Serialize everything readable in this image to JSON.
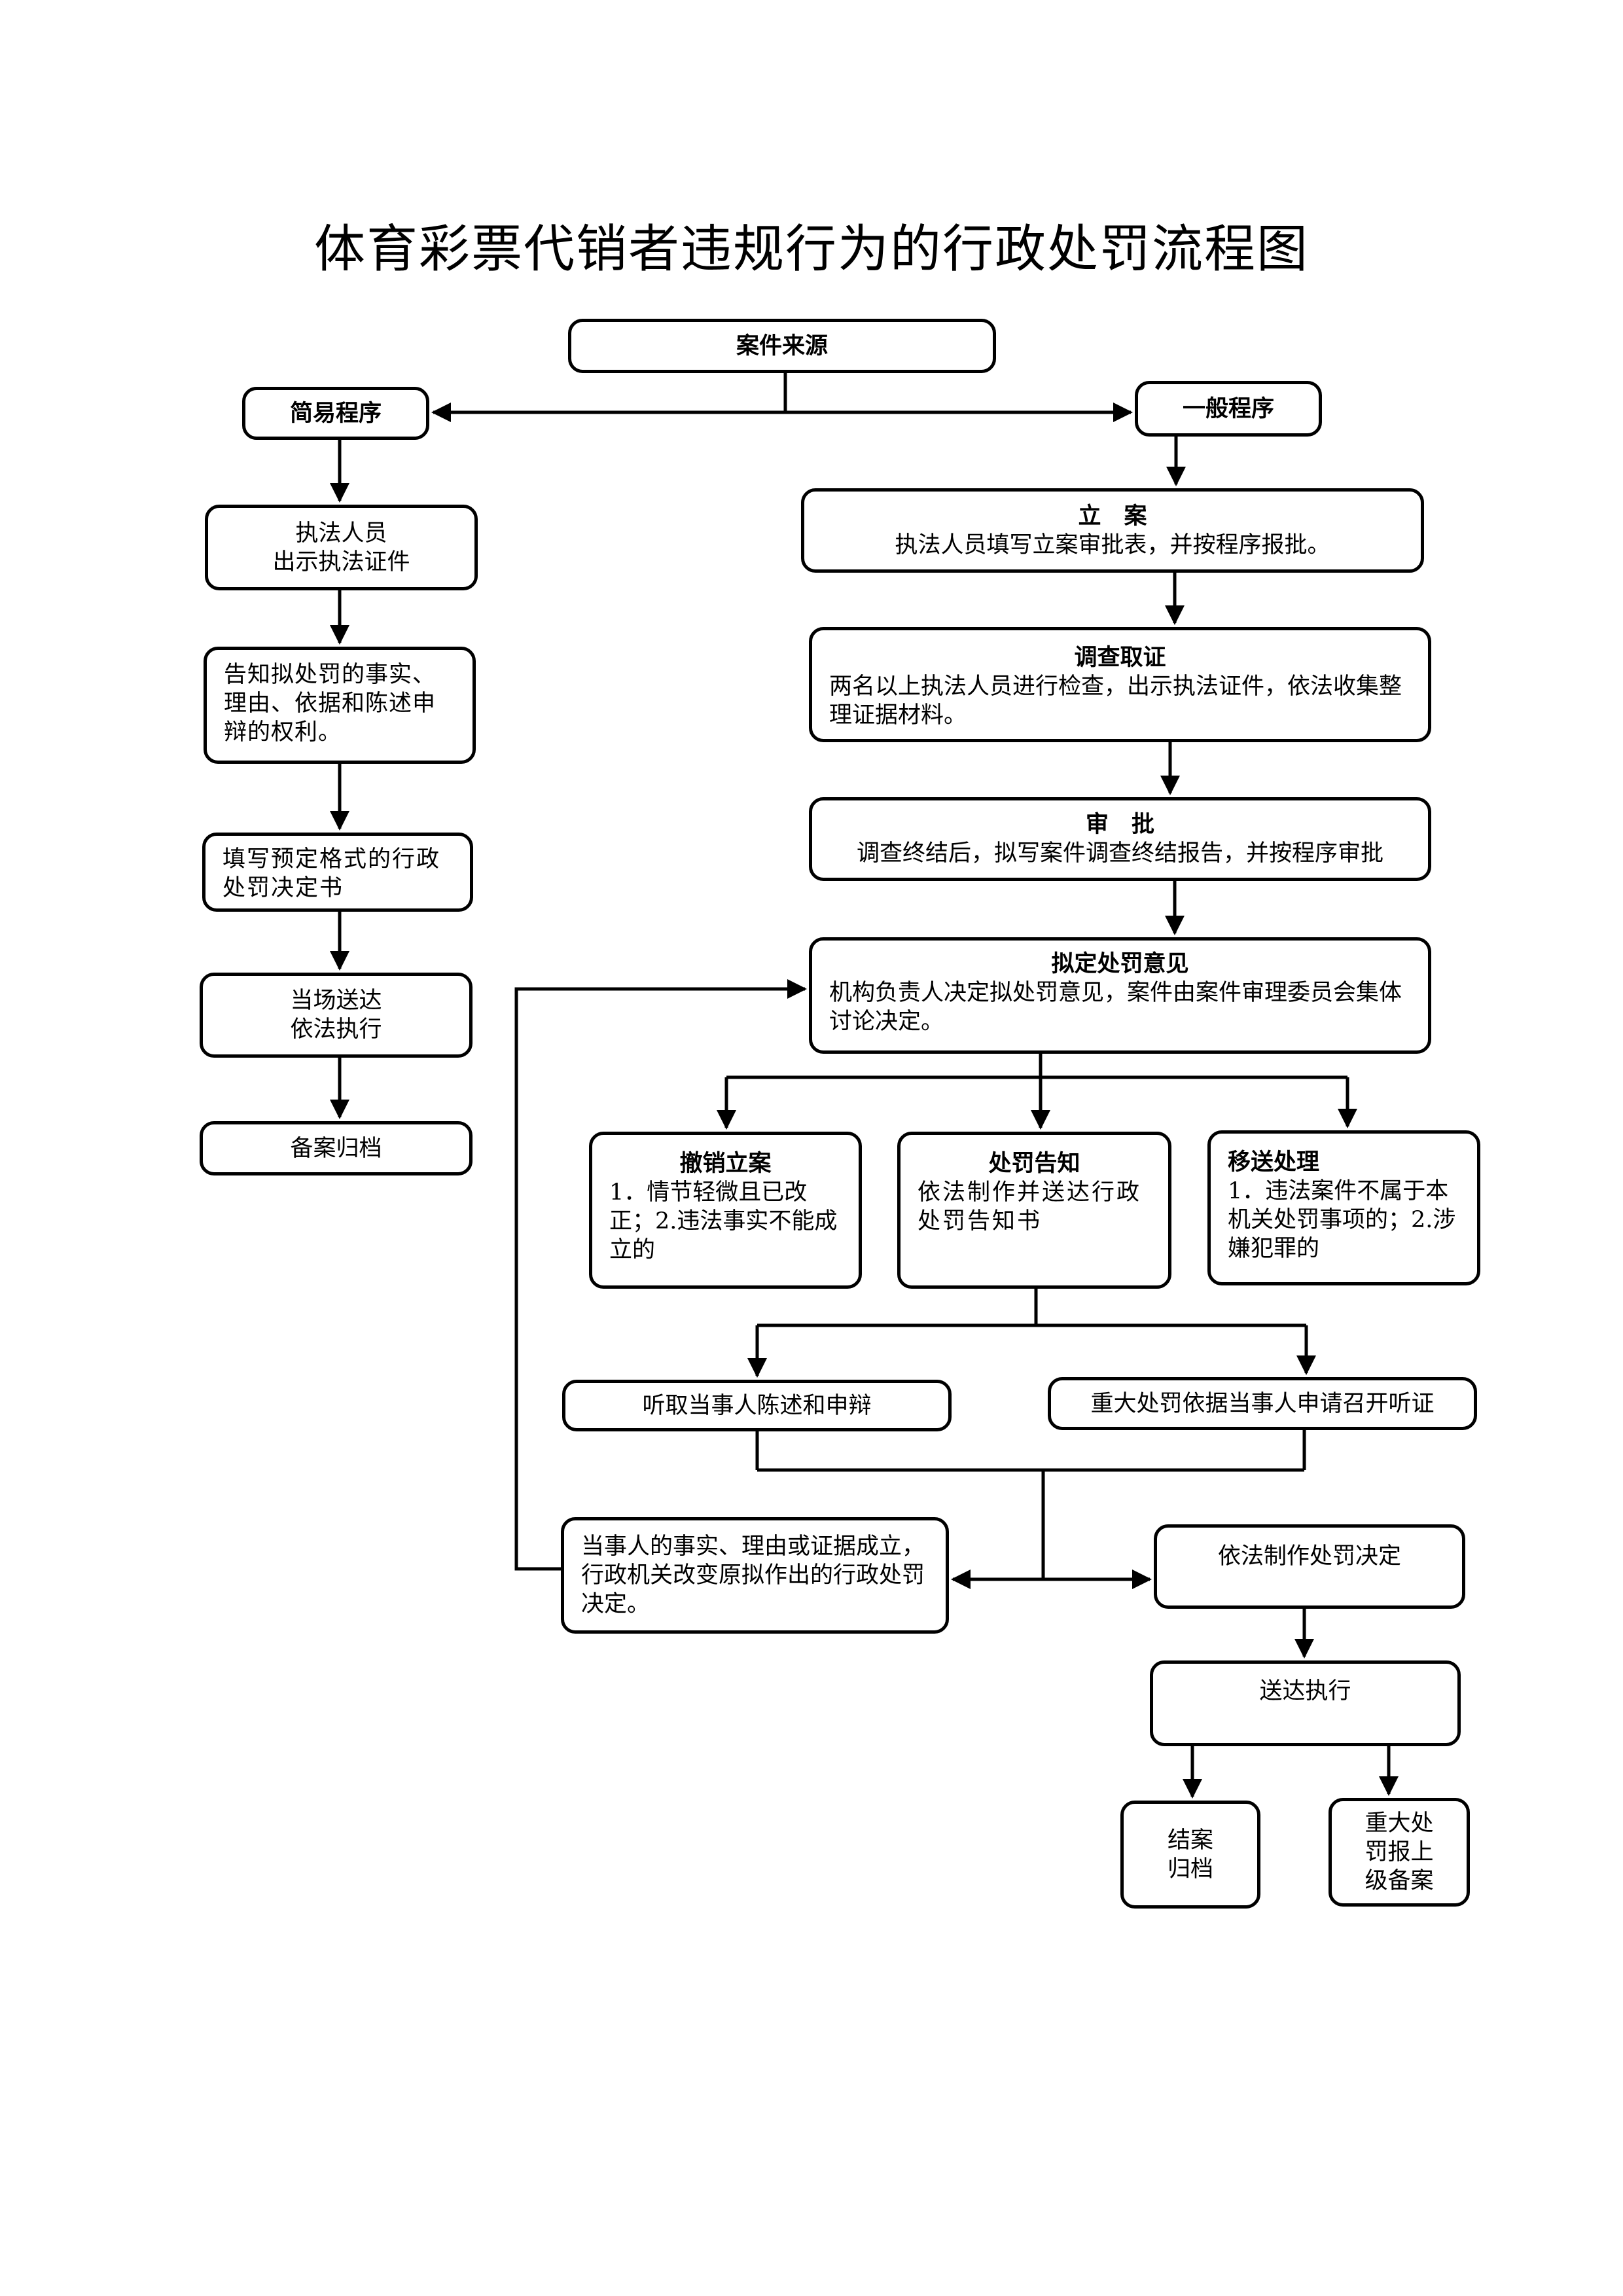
{
  "title": "体育彩票代销者违规行为的行政处罚流程图",
  "source": {
    "label": "案件来源"
  },
  "simple": {
    "label": "简易程序",
    "steps": [
      {
        "lines": [
          "执法人员",
          "出示执法证件"
        ]
      },
      {
        "lines": [
          "告知拟处罚的事实、理由、依据和陈述申辩的权利。"
        ]
      },
      {
        "lines": [
          "填写预定格式的行政处罚决定书"
        ]
      },
      {
        "lines": [
          "当场送达",
          "依法执行"
        ]
      },
      {
        "lines": [
          "备案归档"
        ]
      }
    ]
  },
  "general": {
    "label": "一般程序",
    "filing": {
      "heading": "立　案",
      "body": "执法人员填写立案审批表，并按程序报批。"
    },
    "investigation": {
      "heading": "调查取证",
      "body": "两名以上执法人员进行检查，出示执法证件，依法收集整理证据材料。"
    },
    "approval": {
      "heading": "审　批",
      "body": "调查终结后，拟写案件调查终结报告，并按程序审批"
    },
    "opinion": {
      "heading": "拟定处罚意见",
      "body": "机构负责人决定拟处罚意见，案件由案件审理委员会集体讨论决定。"
    },
    "branches": [
      {
        "heading": "撤销立案",
        "body": "1．情节轻微且已改正；2.违法事实不能成立的"
      },
      {
        "heading": "处罚告知",
        "body": "依法制作并送达行政处罚告知书"
      },
      {
        "heading": "移送处理",
        "body": "1．违法案件不属于本机关处罚事项的；2.涉嫌犯罪的"
      }
    ],
    "hearing_statement": "听取当事人陈述和申辩",
    "hearing_major": "重大处罚依据当事人申请召开听证",
    "revise": "当事人的事实、理由或证据成立，行政机关改变原拟作出的行政处罚决定。",
    "decision": "依法制作处罚决定",
    "delivery": "送达执行",
    "close": "结案归档",
    "report": "重大处罚报上级备案"
  }
}
